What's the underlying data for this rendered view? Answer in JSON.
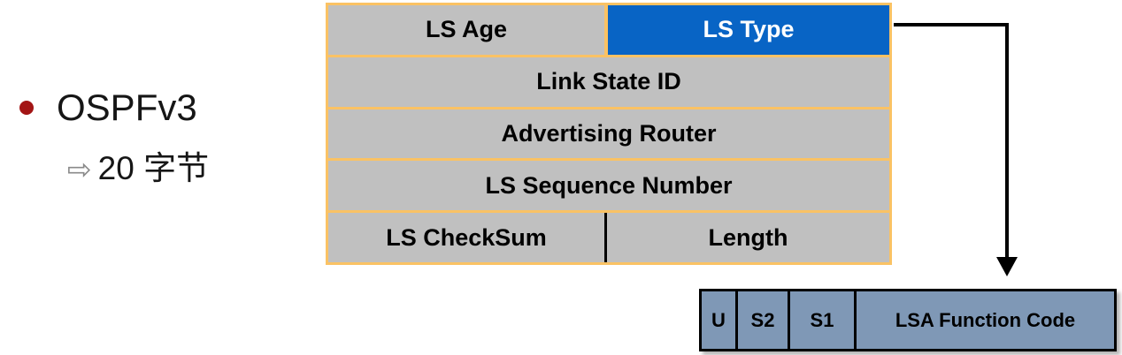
{
  "slide": {
    "bullet": {
      "label": "OSPFv3"
    },
    "sub_bullet": {
      "arrow_glyph": "⇨",
      "label": "20 字节"
    }
  },
  "colors": {
    "bullet_red": "#A31515",
    "table_border_orange": "#FAC264",
    "cell_gray": "#C0C0C0",
    "highlight_blue": "#0864C5",
    "detail_blue_gray": "#7F98B6",
    "connector_black": "#000000"
  },
  "lsa_header_table": {
    "rows": [
      {
        "type": "split",
        "left": "LS Age",
        "right": "LS Type",
        "right_highlighted": true
      },
      {
        "type": "full",
        "label": "Link State ID"
      },
      {
        "type": "full",
        "label": "Advertising Router"
      },
      {
        "type": "full",
        "label": "LS Sequence Number"
      },
      {
        "type": "split",
        "left": "LS CheckSum",
        "right": "Length"
      }
    ]
  },
  "ls_type_fields": {
    "cells": [
      {
        "label": "U"
      },
      {
        "label": "S2"
      },
      {
        "label": "S1"
      },
      {
        "label": "LSA Function Code"
      }
    ]
  }
}
